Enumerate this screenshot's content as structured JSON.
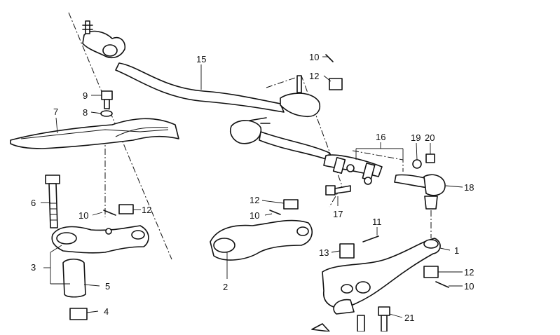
{
  "diagram": {
    "callouts": [
      "1",
      "2",
      "3",
      "4",
      "5",
      "6",
      "7",
      "8",
      "9",
      "10",
      "10",
      "10",
      "10",
      "11",
      "12",
      "12",
      "12",
      "12",
      "13",
      "15",
      "16",
      "17",
      "18",
      "19",
      "20",
      "21"
    ]
  }
}
